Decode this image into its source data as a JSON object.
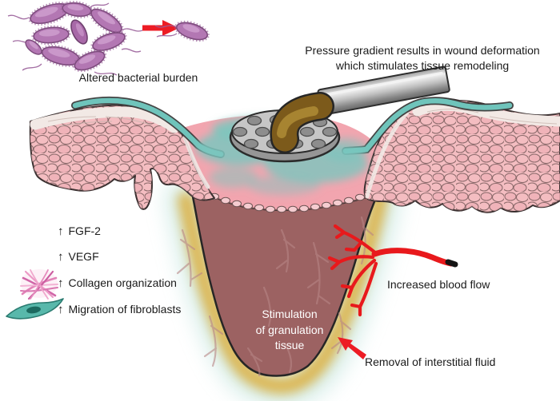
{
  "figure": {
    "caption_bacteria": "Altered bacterial burden",
    "caption_pressure_line1": "Pressure gradient results in wound deformation",
    "caption_pressure_line2": "which stimulates tissue remodeling",
    "caption_granulation_line1": "Stimulation",
    "caption_granulation_line2": "of granulation",
    "caption_granulation_line3": "tissue",
    "caption_blood_flow": "Increased blood flow",
    "caption_interstitial_fluid": "Removal of interstitial fluid",
    "up_arrow_glyph": "↑",
    "factors": [
      {
        "label": "FGF-2",
        "icon": "none"
      },
      {
        "label": "VEGF",
        "icon": "none"
      },
      {
        "label": "Collagen organization",
        "icon": "collagen-fibers-icon"
      },
      {
        "label": "Migration of fibroblasts",
        "icon": "fibroblast-cell-icon"
      }
    ],
    "colors": {
      "bacteria_purple": "#b377b3",
      "arrow_red": "#ed1c24",
      "skin_pink": "#f4bdc1",
      "wound_surface_pink": "#f2a5af",
      "granulation_mauve": "#9c6262",
      "film_teal": "#6fc4bb",
      "fluid_glow_yellow": "#dcb44b",
      "vessel_red": "#e8191c",
      "fibroblast_teal": "#58b8ab",
      "collagen_pink": "#e283b8",
      "device_gray": "#c6c6c6",
      "connector_brown": "#7c5a1b"
    }
  }
}
